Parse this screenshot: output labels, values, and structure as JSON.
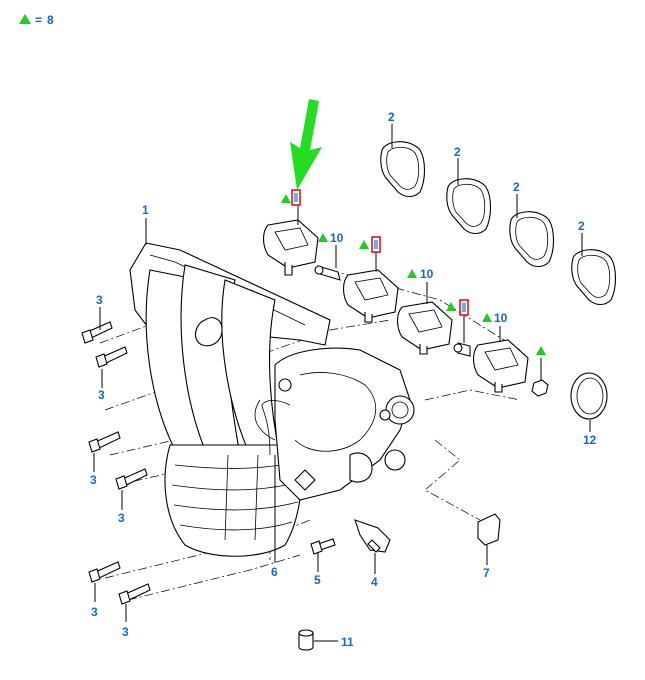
{
  "legend": {
    "value": "8",
    "separator": "="
  },
  "colors": {
    "callout": "#1a66c8",
    "marker": "#22cc22",
    "highlight": "#e0141e",
    "arrow": "#22dd22"
  },
  "callouts": {
    "c1": "1",
    "c2a": "2",
    "c2b": "2",
    "c2c": "2",
    "c2d": "2",
    "c3a": "3",
    "c3b": "3",
    "c3c": "3",
    "c3d": "3",
    "c3e": "3",
    "c3f": "3",
    "c4": "4",
    "c5": "5",
    "c6": "6",
    "c7": "7",
    "c10a": "10",
    "c10b": "10",
    "c10c": "10",
    "c11": "11",
    "c12": "12"
  },
  "icons": {
    "marker": "green-triangle-icon",
    "pointer": "green-arrow-icon",
    "highlight": "red-box-marker-icon"
  }
}
